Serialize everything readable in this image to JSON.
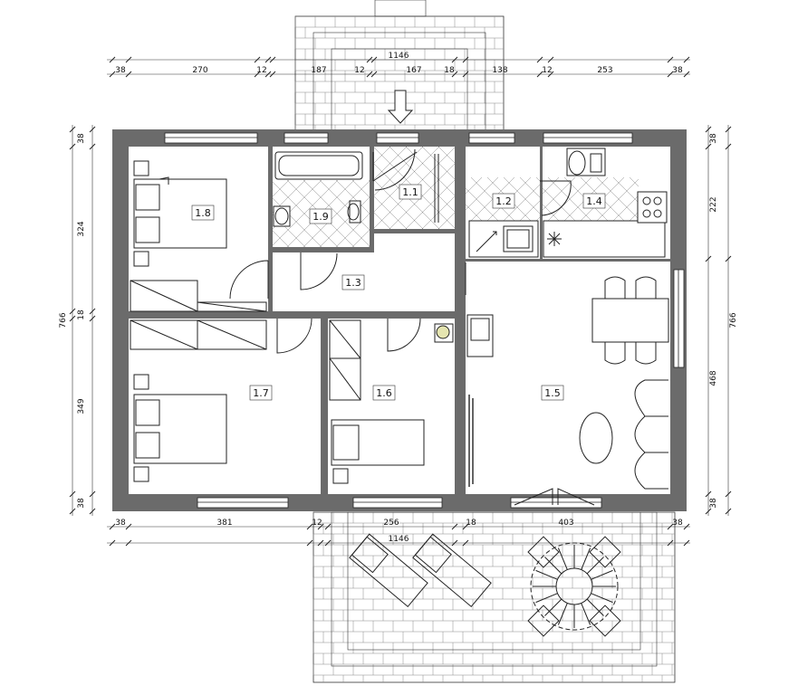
{
  "dimensions": {
    "top_total": "1146",
    "top_segments": [
      "38",
      "270",
      "12",
      "187",
      "12",
      "167",
      "18",
      "138",
      "12",
      "253",
      "38"
    ],
    "bottom_total": "1146",
    "bottom_segments": [
      "38",
      "381",
      "12",
      "256",
      "18",
      "403",
      "38"
    ],
    "left_total": "766",
    "left_segments": [
      "38",
      "324",
      "18",
      "349",
      "38"
    ],
    "right_total": "766",
    "right_segments": [
      "38",
      "222",
      "468",
      "38"
    ]
  },
  "rooms": [
    {
      "id": "1.1"
    },
    {
      "id": "1.2"
    },
    {
      "id": "1.3"
    },
    {
      "id": "1.4"
    },
    {
      "id": "1.5"
    },
    {
      "id": "1.6"
    },
    {
      "id": "1.7"
    },
    {
      "id": "1.8"
    },
    {
      "id": "1.9"
    }
  ],
  "colors": {
    "wall": "#6b6b6b",
    "line": "#222222",
    "tile": "#888888"
  }
}
